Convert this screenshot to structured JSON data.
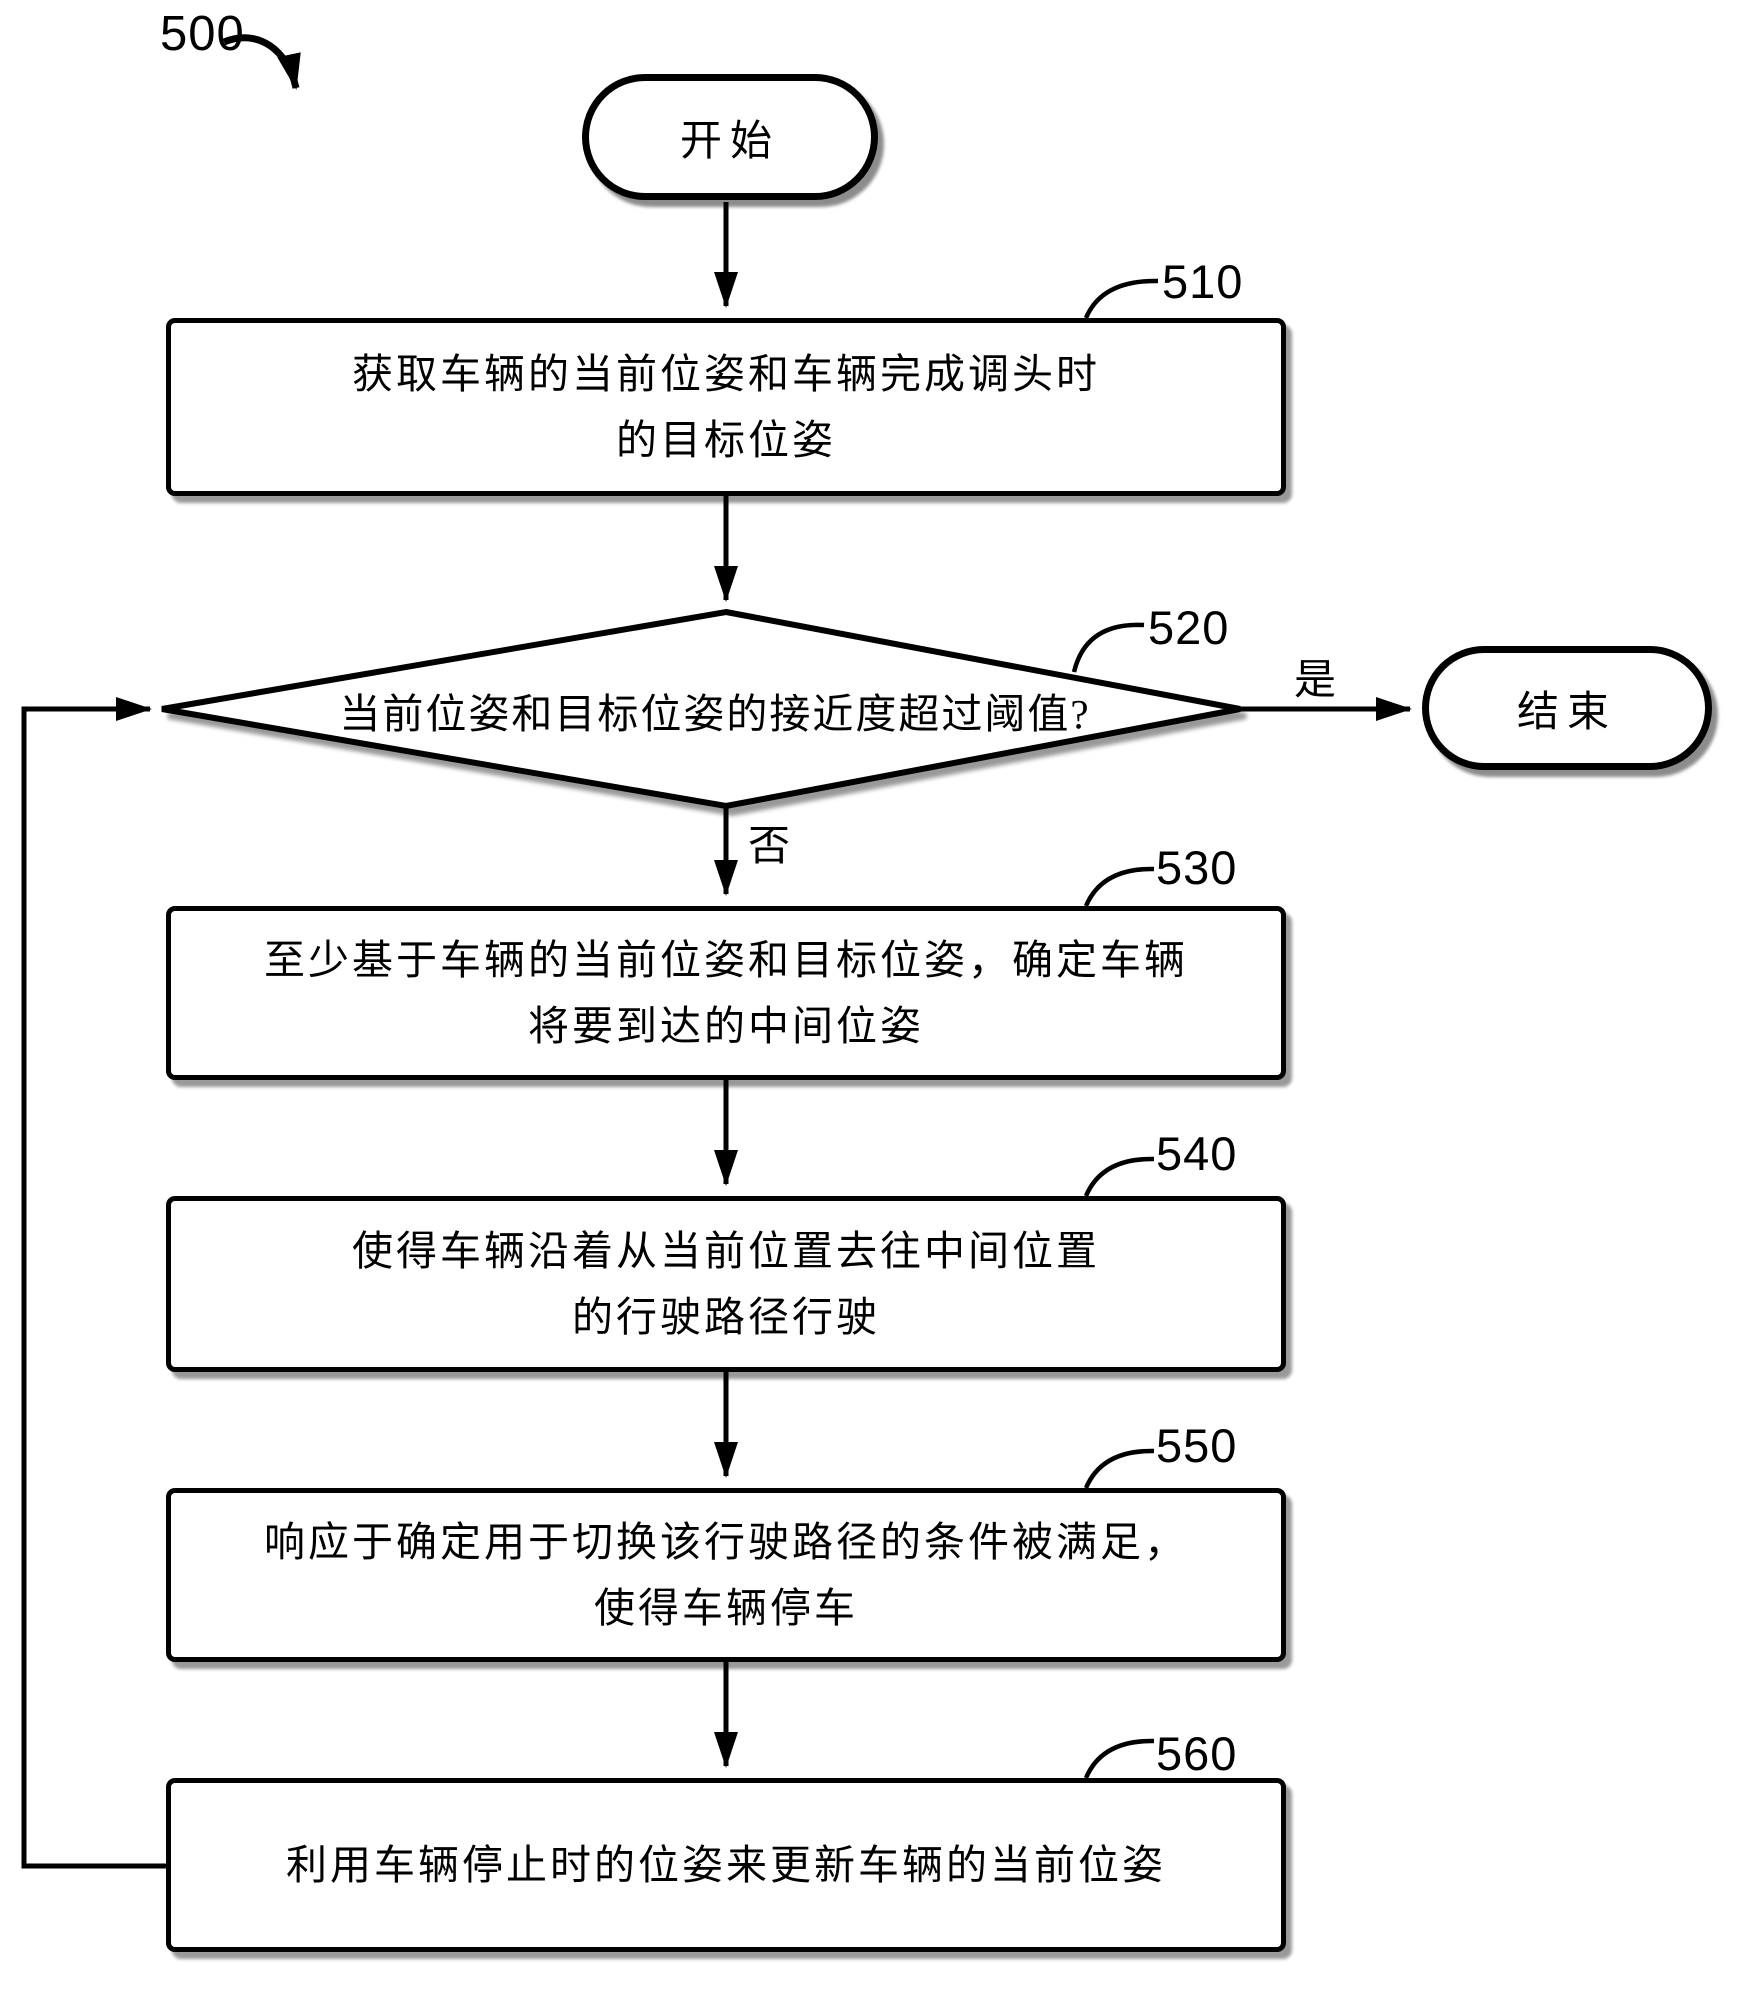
{
  "diagram": {
    "figure_label": "500",
    "yes_label": "是",
    "no_label": "否",
    "terminals": {
      "start": "开始",
      "end": "结束"
    },
    "steps": {
      "s510": {
        "ref": "510",
        "line1": "获取车辆的当前位姿和车辆完成调头时",
        "line2": "的目标位姿"
      },
      "s520": {
        "ref": "520",
        "text": "当前位姿和目标位姿的接近度超过阈值?"
      },
      "s530": {
        "ref": "530",
        "line1": "至少基于车辆的当前位姿和目标位姿，确定车辆",
        "line2": "将要到达的中间位姿"
      },
      "s540": {
        "ref": "540",
        "line1": "使得车辆沿着从当前位置去往中间位置",
        "line2": "的行驶路径行驶"
      },
      "s550": {
        "ref": "550",
        "line1": "响应于确定用于切换该行驶路径的条件被满足，",
        "line2": "使得车辆停车"
      },
      "s560": {
        "ref": "560",
        "line1": "利用车辆停止时的位姿来更新车辆的当前位姿"
      }
    },
    "colors": {
      "ink": "#000000",
      "paper": "#ffffff"
    }
  }
}
